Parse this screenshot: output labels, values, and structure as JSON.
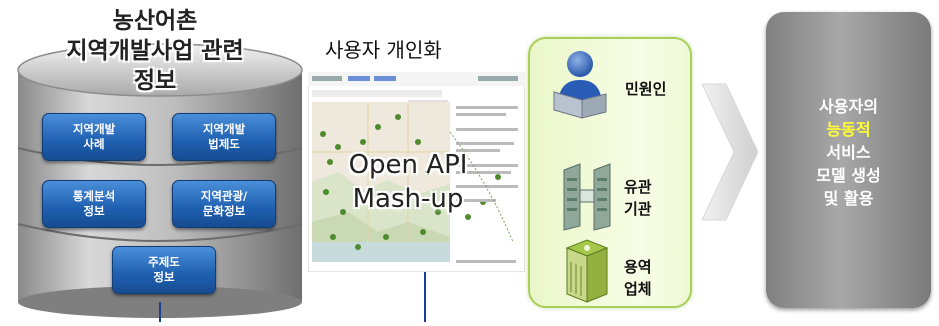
{
  "database": {
    "title_lines": [
      "농산어촌",
      "지역개발사업 관련",
      "정보"
    ],
    "tiles": [
      {
        "line1": "지역개발",
        "line2": "사례"
      },
      {
        "line1": "지역개발",
        "line2": "법제도"
      },
      {
        "line1": "통계분석",
        "line2": "정보"
      },
      {
        "line1": "지역관광/",
        "line2": "문화정보"
      },
      {
        "line1": "주제도",
        "line2": "정보"
      }
    ]
  },
  "map_panel": {
    "title": "사용자 개인화",
    "overlay_lines": [
      "Open API",
      "Mash-up"
    ]
  },
  "actors": [
    {
      "line1": "민원인",
      "line2": "",
      "icon": "person-laptop-icon"
    },
    {
      "line1": "유관",
      "line2": "기관",
      "icon": "office-building-icon"
    },
    {
      "line1": "용역",
      "line2": "업체",
      "icon": "server-tower-icon"
    }
  ],
  "result": {
    "line1": "사용자의",
    "line2_highlight": "능동적",
    "line3": "서비스",
    "line4": "모델 생성",
    "line5": "및 활용",
    "highlight_color": "#ffff33"
  }
}
